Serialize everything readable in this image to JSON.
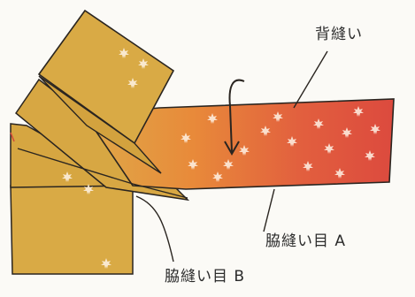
{
  "labels": {
    "back_seam": "背縫い",
    "side_seam_a": "脇縫い目 A",
    "side_seam_b": "脇縫い目 B"
  },
  "colors": {
    "fabric_gold": "#d9aa45",
    "fabric_gold_dark": "#c4952f",
    "gradient_orange": "#e58a3a",
    "gradient_red": "#df4a3e",
    "outline": "#2a2520",
    "leaf_pattern": "#fff3e6"
  },
  "icons": {
    "fold_arrow": "curved-down-arrow",
    "pattern": "maple-leaf-pattern"
  }
}
